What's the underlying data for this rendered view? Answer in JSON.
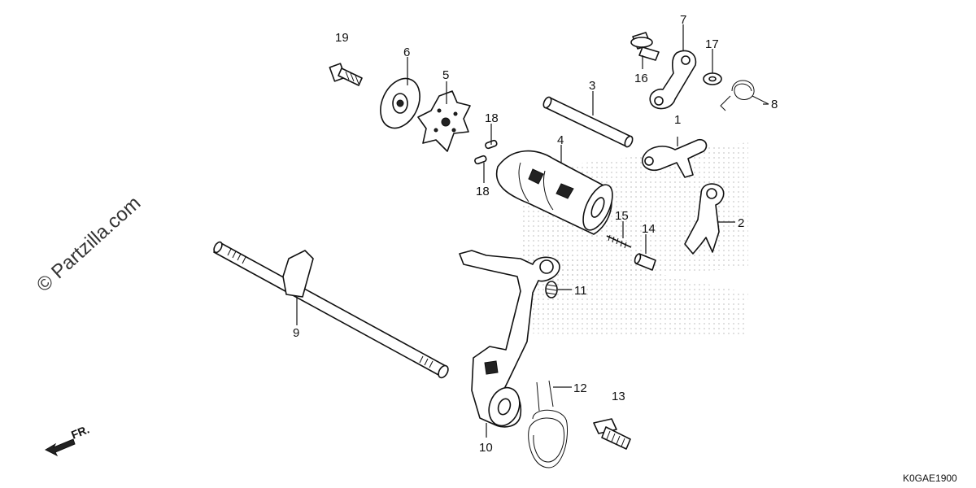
{
  "watermark": "© Partzilla.com",
  "diagram_code": "K0GAE1900",
  "direction_label": "FR.",
  "callouts": [
    {
      "id": "c19",
      "label": "19"
    },
    {
      "id": "c6",
      "label": "6"
    },
    {
      "id": "c5",
      "label": "5"
    },
    {
      "id": "c18a",
      "label": "18"
    },
    {
      "id": "c18b",
      "label": "18"
    },
    {
      "id": "c4",
      "label": "4"
    },
    {
      "id": "c3",
      "label": "3"
    },
    {
      "id": "c7",
      "label": "7"
    },
    {
      "id": "c16",
      "label": "16"
    },
    {
      "id": "c17",
      "label": "17"
    },
    {
      "id": "c8",
      "label": "8"
    },
    {
      "id": "c1",
      "label": "1"
    },
    {
      "id": "c2",
      "label": "2"
    },
    {
      "id": "c15",
      "label": "15"
    },
    {
      "id": "c14",
      "label": "14"
    },
    {
      "id": "c11",
      "label": "11"
    },
    {
      "id": "c12",
      "label": "12"
    },
    {
      "id": "c13",
      "label": "13"
    },
    {
      "id": "c9",
      "label": "9"
    },
    {
      "id": "c10",
      "label": "10"
    }
  ]
}
